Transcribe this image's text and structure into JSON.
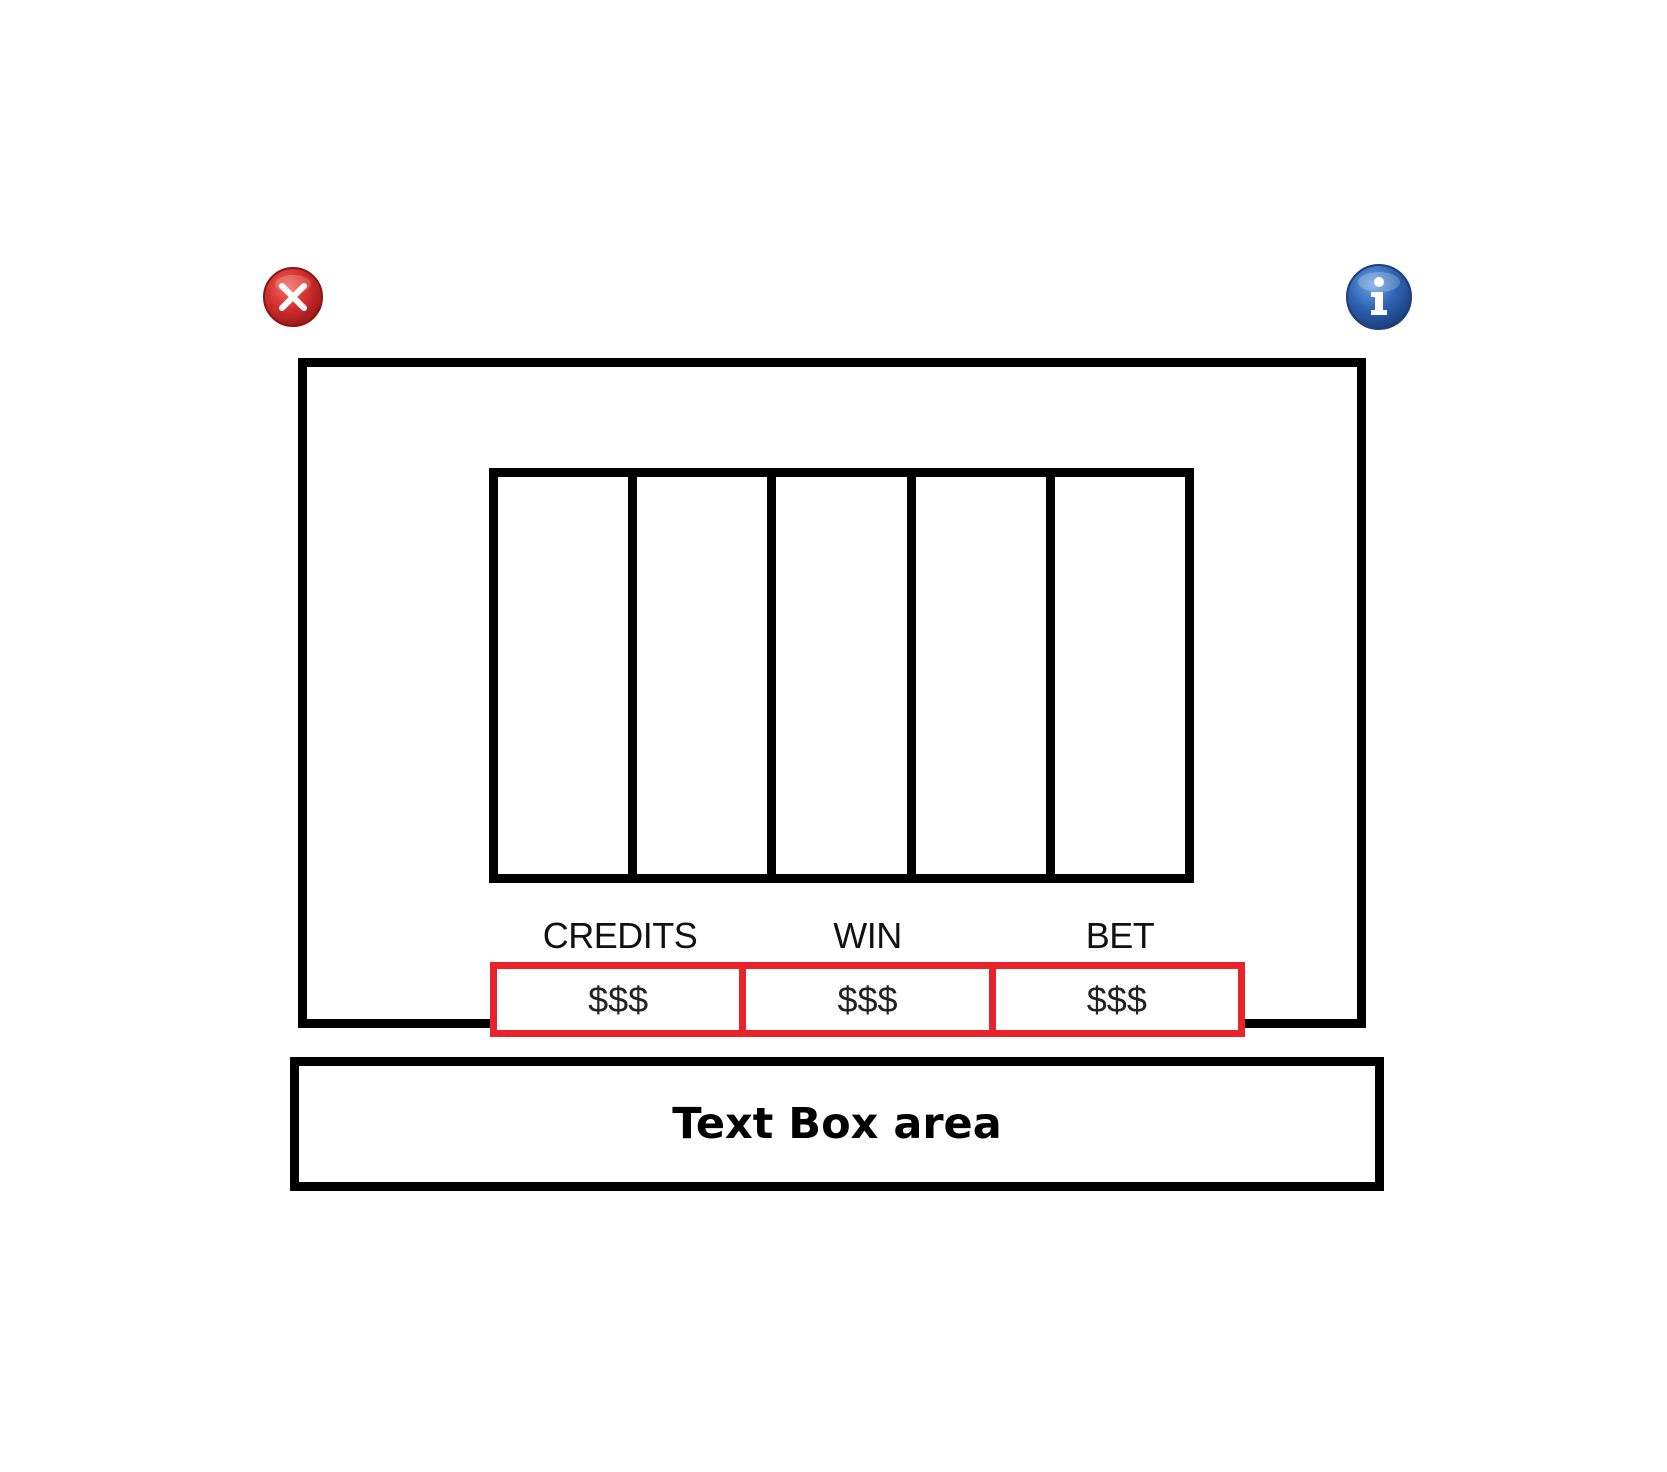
{
  "toolbar": {
    "close_icon": "close-icon",
    "info_icon": "info-icon"
  },
  "colors": {
    "close_red": "#c4232b",
    "info_blue": "#2e63b3",
    "meter_border": "#e8232a",
    "frame": "#000000"
  },
  "reels": {
    "count": 5
  },
  "meters": {
    "credits_label": "CREDITS",
    "win_label": "WIN",
    "bet_label": "BET",
    "credits_value": "$$$",
    "win_value": "$$$",
    "bet_value": "$$$"
  },
  "text_box": {
    "label": "Text Box area"
  }
}
